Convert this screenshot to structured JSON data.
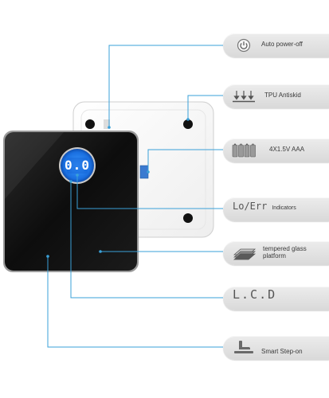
{
  "display": {
    "reading": "0.0"
  },
  "features": [
    {
      "label": "Auto power-off",
      "icon": "power-icon"
    },
    {
      "label": "TPU Antiskid",
      "icon": "antiskid-arrows-icon"
    },
    {
      "label": "4X1.5V AAA",
      "icon": "battery-pack-icon"
    },
    {
      "label": "Lo/Err",
      "sublabel": "Indicators"
    },
    {
      "label": "tempered glass platform",
      "icon": "glass-layers-icon"
    },
    {
      "label": "L.C.D"
    },
    {
      "label": "Smart Step-on",
      "icon": "step-on-icon"
    }
  ],
  "colors": {
    "callout_line": "#3aa0d8",
    "lcd_blue": "#1e7fe8",
    "scale_black": "#0e0e0e",
    "tag_gray": "#e2e2e2"
  }
}
